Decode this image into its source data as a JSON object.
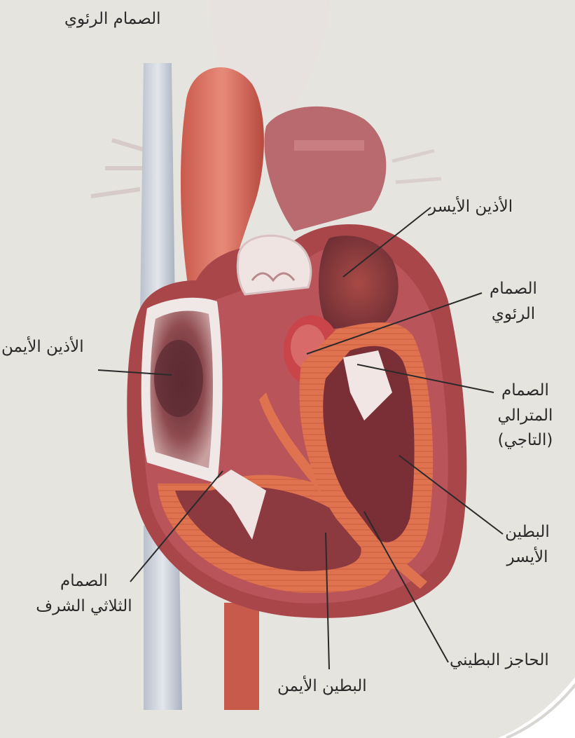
{
  "labels": {
    "pulmonary_valve_top": "الصمام الرئوي",
    "left_atrium": "الأذين الأيسر",
    "pulmonary_valve": [
      "الصمام",
      "الرئوي"
    ],
    "right_atrium": "الأذين الأيمن",
    "mitral_valve": [
      "الصمام",
      "المترالي",
      "(التاجي)"
    ],
    "left_ventricle": [
      "البطين",
      "الأيسر"
    ],
    "tricuspid_valve": [
      "الصمام",
      "الثلاثي الشرف"
    ],
    "interventricular_septum": "الحاجز البطيني",
    "right_ventricle": "البطين الأيمن"
  },
  "colors": {
    "background": "#e6e4df",
    "muscle": "#e0734f",
    "muscle_dark": "#b84a3a",
    "vessel_blue": "#c9cfd8",
    "aorta": "#d9796a",
    "chamber_dark": "#6e3338",
    "label_text": "#2a2a2a",
    "leader_line": "#2a2a2a"
  }
}
